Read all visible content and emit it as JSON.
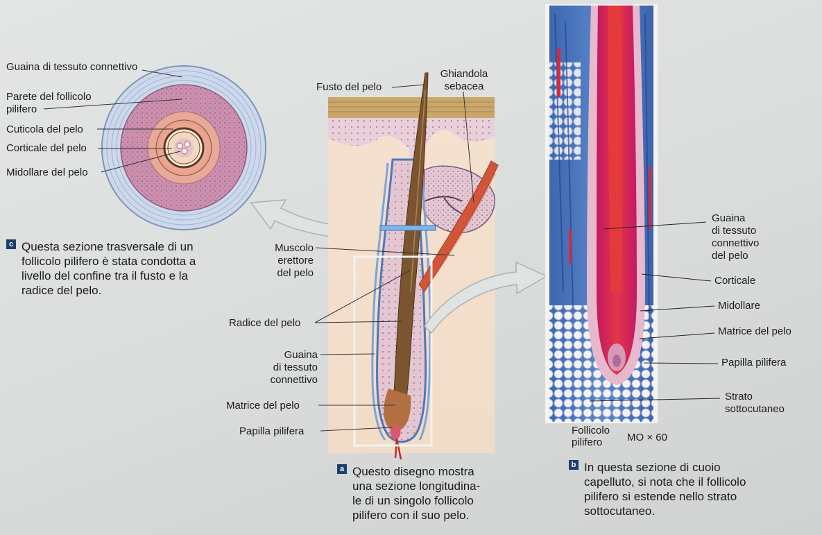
{
  "figure_c": {
    "labels": {
      "connective_sheath": "Guaina di tessuto connettivo",
      "follicle_wall": "Parete del follicolo\npilifero",
      "cuticle": "Cuticola del pelo",
      "cortex": "Corticale del pelo",
      "medulla": "Midollare del pelo"
    },
    "caption_badge": "c",
    "caption": "Questa sezione trasversale di un\nfollicolo pilifero è stata condotta a\nlivello del confine tra il fusto e la\nradice del pelo."
  },
  "figure_a": {
    "labels": {
      "hair_shaft": "Fusto del pelo",
      "sebaceous_gland": "Ghiandola\nsebacea",
      "arrector_muscle": "Muscolo\nerettore\ndel pelo",
      "hair_root": "Radice del pelo",
      "connective_sheath": "Guaina\ndi tessuto\nconnettivo",
      "hair_matrix": "Matrice del pelo",
      "hair_papilla": "Papilla pilifera"
    },
    "caption_badge": "a",
    "caption": "Questo disegno mostra\nuna sezione longitudina-\nle di un singolo follicolo\npilifero con il suo pelo."
  },
  "figure_b": {
    "photo_label": "Follicolo\npilifero",
    "magnification": "MO × 60",
    "labels": {
      "connective_sheath": "Guaina\ndi tessuto\nconnettivo\ndel pelo",
      "cortex": "Corticale",
      "medulla": "Midollare",
      "hair_matrix": "Matrice del pelo",
      "hair_papilla": "Papilla pilifera",
      "subcutaneous": "Strato\nsottocutaneo"
    },
    "caption_badge": "b",
    "caption": "In questa sezione di cuoio\ncapelluto, si nota che il follicolo\npilifero si estende nello strato\nsottocutaneo."
  },
  "colors": {
    "badge_blue": "#1d3f6e",
    "hair_brown": "#7a5530",
    "muscle_red": "#d2553a",
    "dermis_pink": "#e9cdd8",
    "sheath_blue": "#5b86c5",
    "stain_blue": "#3b63a8",
    "stain_magenta": "#c8246a"
  }
}
